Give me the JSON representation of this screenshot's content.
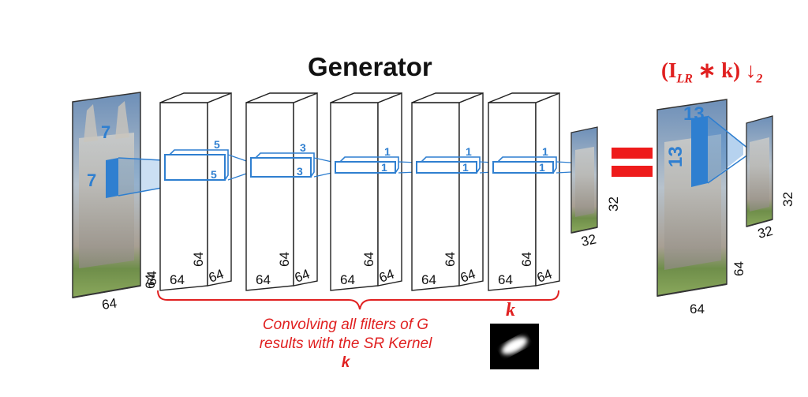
{
  "title": "Generator",
  "formula": {
    "base": "(I",
    "sub": "LR",
    "rest": " ∗ k) ↓",
    "down_sub": "2"
  },
  "caption": {
    "line1": "Convolving all filters of G",
    "line2": "results with the SR Kernel",
    "line3": "k"
  },
  "kernel_label": "k",
  "input_image": {
    "kernel_w": "7",
    "kernel_h": "7",
    "dim_h": "64",
    "dim_w": "64"
  },
  "layers": [
    {
      "kernel_top": "5",
      "kernel_side": "5",
      "depth": "64",
      "width": "64",
      "height": "64"
    },
    {
      "kernel_top": "3",
      "kernel_side": "3",
      "depth": "64",
      "width": "64",
      "height": "64"
    },
    {
      "kernel_top": "1",
      "kernel_side": "1",
      "depth": "64",
      "width": "64",
      "height": "64"
    },
    {
      "kernel_top": "1",
      "kernel_side": "1",
      "depth": "64",
      "width": "64",
      "height": "64"
    },
    {
      "kernel_top": "1",
      "kernel_side": "1",
      "depth": "64",
      "width": "64",
      "height": "64"
    }
  ],
  "output_small": {
    "dim_h": "32",
    "dim_w": "32"
  },
  "equals": "=",
  "right_image": {
    "kernel_w": "13",
    "kernel_h": "13",
    "dim_h": "64",
    "dim_w": "64"
  },
  "right_output": {
    "dim_h": "32",
    "dim_w": "32"
  },
  "colors": {
    "accent_red": "#e02020",
    "kernel_blue": "#2f7fd0"
  }
}
